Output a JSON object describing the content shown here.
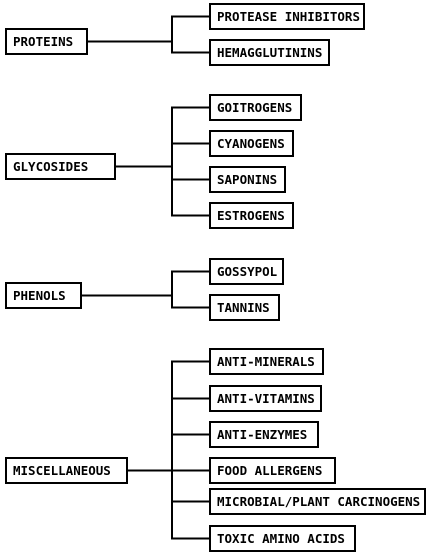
{
  "groups": [
    {
      "label": "PROTEINS",
      "items": [
        "PROTEASE INHIBITORS",
        "HEMAGGLUTININS"
      ]
    },
    {
      "label": "GLYCOSIDES",
      "items": [
        "GOITROGENS",
        "CYANOGENS",
        "SAPONINS",
        "ESTROGENS"
      ]
    },
    {
      "label": "PHENOLS",
      "items": [
        "GOSSYPOL",
        "TANNINS"
      ]
    },
    {
      "label": "MISCELLANEOUS",
      "items": [
        "ANTI-MINERALS",
        "ANTI-VITAMINS",
        "ANTI-ENZYMES",
        "FOOD ALLERGENS",
        "MICROBIAL/PLANT CARCINOGENS",
        "TOXIC AMINO ACIDS"
      ]
    }
  ]
}
